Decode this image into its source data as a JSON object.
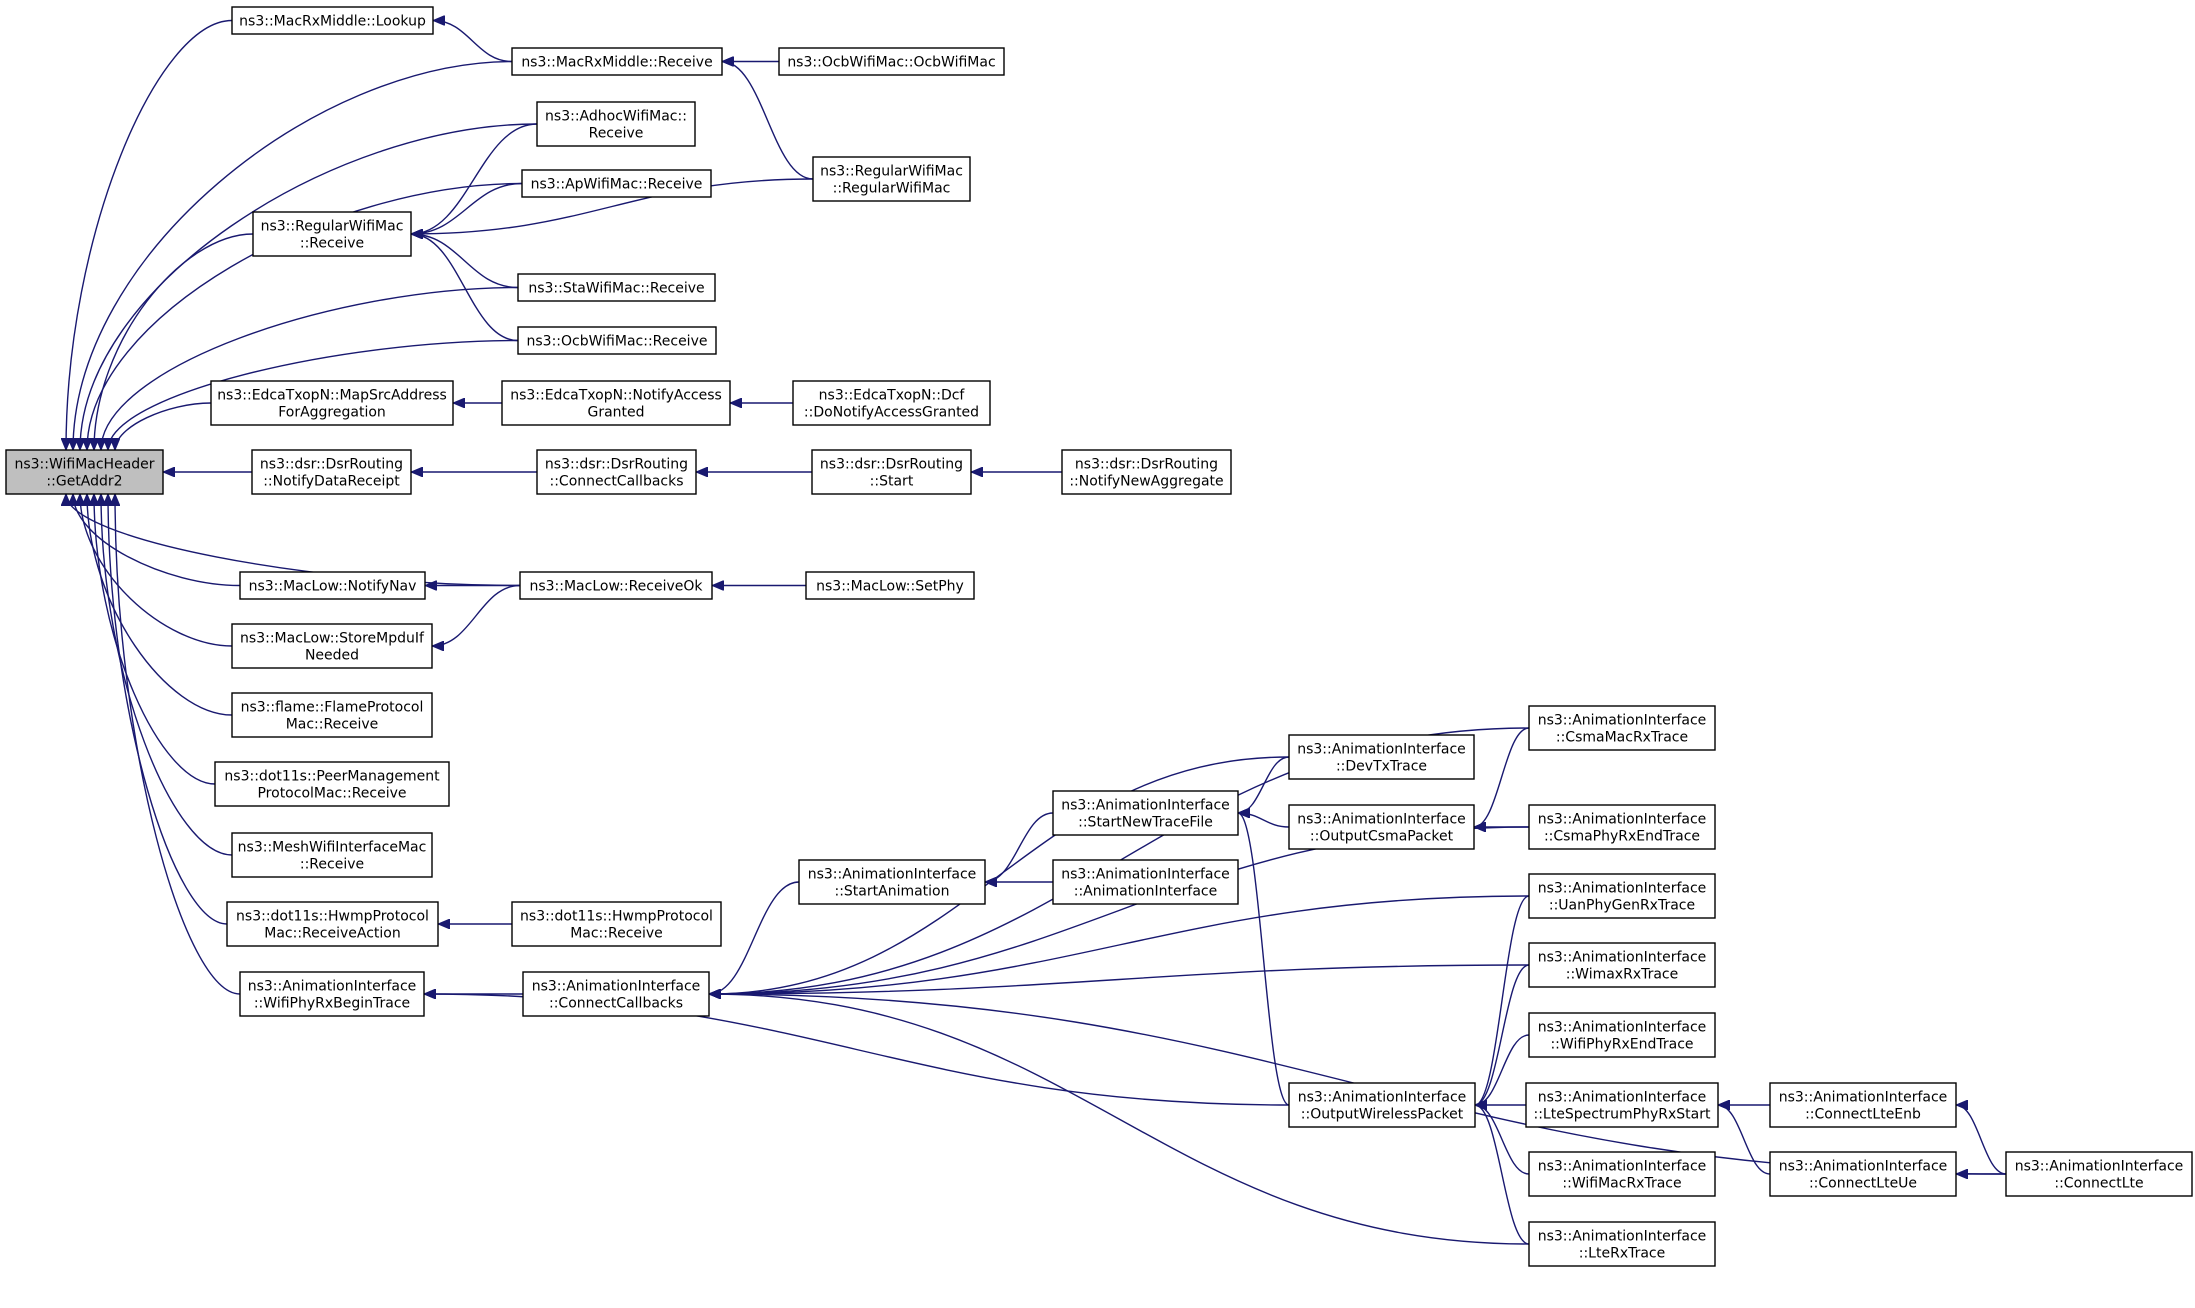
{
  "graph": {
    "edge_color": "#191970",
    "root_fill": "#bfbfbf",
    "node_fill": "#ffffff",
    "nodes": [
      {
        "id": "getaddr2",
        "lines": [
          "ns3::WifiMacHeader",
          "::GetAddr2"
        ],
        "root": true
      },
      {
        "id": "rxm_lookup",
        "lines": [
          "ns3::MacRxMiddle::Lookup"
        ]
      },
      {
        "id": "rxm_receive",
        "lines": [
          "ns3::MacRxMiddle::Receive"
        ]
      },
      {
        "id": "ocb_ctor",
        "lines": [
          "ns3::OcbWifiMac::OcbWifiMac"
        ]
      },
      {
        "id": "adhoc_recv",
        "lines": [
          "ns3::AdhocWifiMac::",
          "Receive"
        ]
      },
      {
        "id": "ap_recv",
        "lines": [
          "ns3::ApWifiMac::Receive"
        ]
      },
      {
        "id": "regular_ctor",
        "lines": [
          "ns3::RegularWifiMac",
          "::RegularWifiMac"
        ]
      },
      {
        "id": "regular_recv",
        "lines": [
          "ns3::RegularWifiMac",
          "::Receive"
        ]
      },
      {
        "id": "sta_recv",
        "lines": [
          "ns3::StaWifiMac::Receive"
        ]
      },
      {
        "id": "ocb_recv",
        "lines": [
          "ns3::OcbWifiMac::Receive"
        ]
      },
      {
        "id": "edca_map",
        "lines": [
          "ns3::EdcaTxopN::MapSrcAddress",
          "ForAggregation"
        ]
      },
      {
        "id": "edca_notify",
        "lines": [
          "ns3::EdcaTxopN::NotifyAccess",
          "Granted"
        ]
      },
      {
        "id": "edca_dcf",
        "lines": [
          "ns3::EdcaTxopN::Dcf",
          "::DoNotifyAccessGranted"
        ]
      },
      {
        "id": "dsr_notify",
        "lines": [
          "ns3::dsr::DsrRouting",
          "::NotifyDataReceipt"
        ]
      },
      {
        "id": "dsr_connect",
        "lines": [
          "ns3::dsr::DsrRouting",
          "::ConnectCallbacks"
        ]
      },
      {
        "id": "dsr_start",
        "lines": [
          "ns3::dsr::DsrRouting",
          "::Start"
        ]
      },
      {
        "id": "dsr_newagg",
        "lines": [
          "ns3::dsr::DsrRouting",
          "::NotifyNewAggregate"
        ]
      },
      {
        "id": "maclow_nav",
        "lines": [
          "ns3::MacLow::NotifyNav"
        ]
      },
      {
        "id": "maclow_rxok",
        "lines": [
          "ns3::MacLow::ReceiveOk"
        ]
      },
      {
        "id": "maclow_setphy",
        "lines": [
          "ns3::MacLow::SetPhy"
        ]
      },
      {
        "id": "maclow_store",
        "lines": [
          "ns3::MacLow::StoreMpduIf",
          "Needed"
        ]
      },
      {
        "id": "flame_recv",
        "lines": [
          "ns3::flame::FlameProtocol",
          "Mac::Receive"
        ]
      },
      {
        "id": "peer_recv",
        "lines": [
          "ns3::dot11s::PeerManagement",
          "ProtocolMac::Receive"
        ]
      },
      {
        "id": "mesh_recv",
        "lines": [
          "ns3::MeshWifiInterfaceMac",
          "::Receive"
        ]
      },
      {
        "id": "hwmp_action",
        "lines": [
          "ns3::dot11s::HwmpProtocol",
          "Mac::ReceiveAction"
        ]
      },
      {
        "id": "hwmp_recv",
        "lines": [
          "ns3::dot11s::HwmpProtocol",
          "Mac::Receive"
        ]
      },
      {
        "id": "anim_wifirxbegin",
        "lines": [
          "ns3::AnimationInterface",
          "::WifiPhyRxBeginTrace"
        ]
      },
      {
        "id": "anim_connect",
        "lines": [
          "ns3::AnimationInterface",
          "::ConnectCallbacks"
        ]
      },
      {
        "id": "anim_start",
        "lines": [
          "ns3::AnimationInterface",
          "::StartAnimation"
        ]
      },
      {
        "id": "anim_newtrace",
        "lines": [
          "ns3::AnimationInterface",
          "::StartNewTraceFile"
        ]
      },
      {
        "id": "anim_ctor",
        "lines": [
          "ns3::AnimationInterface",
          "::AnimationInterface"
        ]
      },
      {
        "id": "anim_devtx",
        "lines": [
          "ns3::AnimationInterface",
          "::DevTxTrace"
        ]
      },
      {
        "id": "anim_csmapkt",
        "lines": [
          "ns3::AnimationInterface",
          "::OutputCsmaPacket"
        ]
      },
      {
        "id": "anim_csmamacrx",
        "lines": [
          "ns3::AnimationInterface",
          "::CsmaMacRxTrace"
        ]
      },
      {
        "id": "anim_csmaphyrx",
        "lines": [
          "ns3::AnimationInterface",
          "::CsmaPhyRxEndTrace"
        ]
      },
      {
        "id": "anim_uan",
        "lines": [
          "ns3::AnimationInterface",
          "::UanPhyGenRxTrace"
        ]
      },
      {
        "id": "anim_wimax",
        "lines": [
          "ns3::AnimationInterface",
          "::WimaxRxTrace"
        ]
      },
      {
        "id": "anim_wifirxend",
        "lines": [
          "ns3::AnimationInterface",
          "::WifiPhyRxEndTrace"
        ]
      },
      {
        "id": "anim_wirelesspkt",
        "lines": [
          "ns3::AnimationInterface",
          "::OutputWirelessPacket"
        ]
      },
      {
        "id": "anim_ltespec",
        "lines": [
          "ns3::AnimationInterface",
          "::LteSpectrumPhyRxStart"
        ]
      },
      {
        "id": "anim_lteenb",
        "lines": [
          "ns3::AnimationInterface",
          "::ConnectLteEnb"
        ]
      },
      {
        "id": "anim_lteue",
        "lines": [
          "ns3::AnimationInterface",
          "::ConnectLteUe"
        ]
      },
      {
        "id": "anim_lte",
        "lines": [
          "ns3::AnimationInterface",
          "::ConnectLte"
        ]
      },
      {
        "id": "anim_wifimacrx",
        "lines": [
          "ns3::AnimationInterface",
          "::WifiMacRxTrace"
        ]
      },
      {
        "id": "anim_lterx",
        "lines": [
          "ns3::AnimationInterface",
          "::LteRxTrace"
        ]
      }
    ],
    "edges": [
      {
        "from": "rxm_lookup",
        "to": "getaddr2"
      },
      {
        "from": "rxm_receive",
        "to": "getaddr2"
      },
      {
        "from": "adhoc_recv",
        "to": "getaddr2"
      },
      {
        "from": "ap_recv",
        "to": "getaddr2"
      },
      {
        "from": "regular_recv",
        "to": "getaddr2"
      },
      {
        "from": "sta_recv",
        "to": "getaddr2"
      },
      {
        "from": "ocb_recv",
        "to": "getaddr2"
      },
      {
        "from": "edca_map",
        "to": "getaddr2"
      },
      {
        "from": "dsr_notify",
        "to": "getaddr2"
      },
      {
        "from": "maclow_rxok",
        "to": "getaddr2"
      },
      {
        "from": "maclow_nav",
        "to": "getaddr2"
      },
      {
        "from": "maclow_store",
        "to": "getaddr2"
      },
      {
        "from": "flame_recv",
        "to": "getaddr2"
      },
      {
        "from": "peer_recv",
        "to": "getaddr2"
      },
      {
        "from": "mesh_recv",
        "to": "getaddr2"
      },
      {
        "from": "hwmp_action",
        "to": "getaddr2"
      },
      {
        "from": "anim_wifirxbegin",
        "to": "getaddr2"
      },
      {
        "from": "rxm_receive",
        "to": "rxm_lookup"
      },
      {
        "from": "ocb_ctor",
        "to": "rxm_receive"
      },
      {
        "from": "regular_ctor",
        "to": "rxm_receive"
      },
      {
        "from": "adhoc_recv",
        "to": "regular_recv"
      },
      {
        "from": "ap_recv",
        "to": "regular_recv"
      },
      {
        "from": "regular_ctor",
        "to": "regular_recv"
      },
      {
        "from": "sta_recv",
        "to": "regular_recv"
      },
      {
        "from": "ocb_recv",
        "to": "regular_recv"
      },
      {
        "from": "edca_notify",
        "to": "edca_map"
      },
      {
        "from": "edca_dcf",
        "to": "edca_notify"
      },
      {
        "from": "dsr_connect",
        "to": "dsr_notify"
      },
      {
        "from": "dsr_start",
        "to": "dsr_connect"
      },
      {
        "from": "dsr_newagg",
        "to": "dsr_start"
      },
      {
        "from": "maclow_rxok",
        "to": "maclow_nav"
      },
      {
        "from": "maclow_rxok",
        "to": "maclow_store"
      },
      {
        "from": "maclow_setphy",
        "to": "maclow_rxok"
      },
      {
        "from": "hwmp_recv",
        "to": "hwmp_action"
      },
      {
        "from": "anim_connect",
        "to": "anim_wifirxbegin"
      },
      {
        "from": "anim_start",
        "to": "anim_connect"
      },
      {
        "from": "anim_devtx",
        "to": "anim_connect"
      },
      {
        "from": "anim_csmamacrx",
        "to": "anim_connect"
      },
      {
        "from": "anim_csmaphyrx",
        "to": "anim_connect"
      },
      {
        "from": "anim_uan",
        "to": "anim_connect"
      },
      {
        "from": "anim_wimax",
        "to": "anim_connect"
      },
      {
        "from": "anim_lterx",
        "to": "anim_connect"
      },
      {
        "from": "anim_lte",
        "to": "anim_connect"
      },
      {
        "from": "anim_newtrace",
        "to": "anim_start"
      },
      {
        "from": "anim_ctor",
        "to": "anim_start"
      },
      {
        "from": "anim_devtx",
        "to": "anim_newtrace"
      },
      {
        "from": "anim_csmapkt",
        "to": "anim_newtrace"
      },
      {
        "from": "anim_wirelesspkt",
        "to": "anim_newtrace"
      },
      {
        "from": "anim_csmamacrx",
        "to": "anim_csmapkt"
      },
      {
        "from": "anim_csmaphyrx",
        "to": "anim_csmapkt"
      },
      {
        "from": "anim_wirelesspkt",
        "to": "anim_wifirxbegin"
      },
      {
        "from": "anim_uan",
        "to": "anim_wirelesspkt"
      },
      {
        "from": "anim_wimax",
        "to": "anim_wirelesspkt"
      },
      {
        "from": "anim_wifirxend",
        "to": "anim_wirelesspkt"
      },
      {
        "from": "anim_ltespec",
        "to": "anim_wirelesspkt"
      },
      {
        "from": "anim_wifimacrx",
        "to": "anim_wirelesspkt"
      },
      {
        "from": "anim_lterx",
        "to": "anim_wirelesspkt"
      },
      {
        "from": "anim_lteenb",
        "to": "anim_ltespec"
      },
      {
        "from": "anim_lteue",
        "to": "anim_ltespec"
      },
      {
        "from": "anim_lte",
        "to": "anim_lteenb"
      },
      {
        "from": "anim_lte",
        "to": "anim_lteue"
      }
    ]
  }
}
